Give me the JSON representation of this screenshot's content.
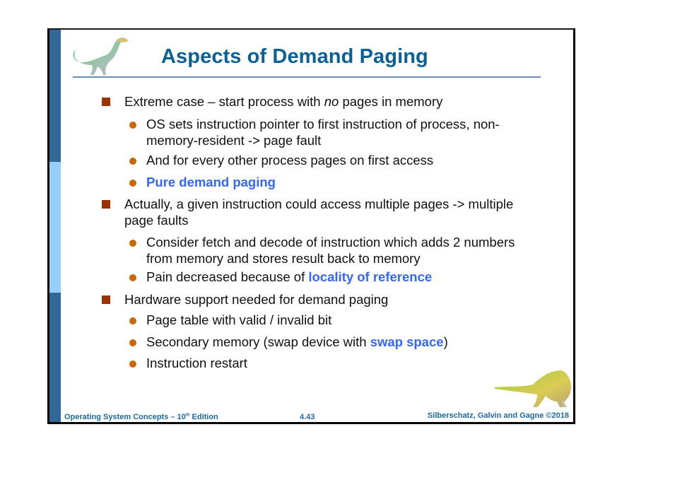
{
  "slide": {
    "title": "Aspects of Demand Paging",
    "bullets": [
      {
        "text_parts": [
          "Extreme case – start process with ",
          "no",
          " pages in memory"
        ],
        "sub": [
          {
            "text": "OS sets instruction pointer to first instruction of process, non-memory-resident -> page fault"
          },
          {
            "text": "And for every other process pages on first access"
          },
          {
            "highlight": "Pure demand paging"
          }
        ]
      },
      {
        "text": "Actually, a given instruction could access multiple pages -> multiple page faults",
        "sub": [
          {
            "text": "Consider fetch and decode of instruction which adds 2 numbers from memory and stores result back to memory"
          },
          {
            "prefix": "Pain decreased because of ",
            "highlight": "locality of reference"
          }
        ]
      },
      {
        "text": "Hardware support needed for demand paging",
        "sub": [
          {
            "text": "Page table with valid / invalid bit"
          },
          {
            "prefix": "Secondary memory (swap device with ",
            "highlight": "swap space",
            "suffix": ")"
          },
          {
            "text": "Instruction restart"
          }
        ]
      }
    ]
  },
  "footer": {
    "left_prefix": "Operating System Concepts – 10",
    "left_sup": "th",
    "left_suffix": " Edition",
    "page": "4.43",
    "right": "Silberschatz, Galvin and Gagne ©2018"
  },
  "icons": {
    "top_left": "dinosaur-icon",
    "bottom_right": "dinosaur-icon"
  },
  "colors": {
    "title": "#0b6196",
    "side_bar_dark": "#336699",
    "side_bar_light": "#99ccff",
    "level1_bullet": "#993300",
    "level2_bullet": "#cc6600",
    "highlight": "#3366ff",
    "footer": "#1c6aa6"
  }
}
